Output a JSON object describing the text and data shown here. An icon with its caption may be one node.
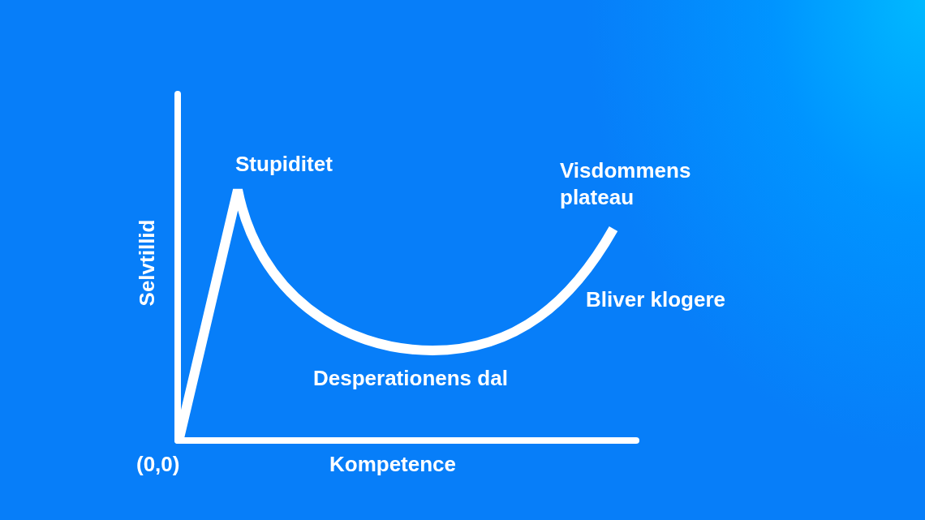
{
  "diagram": {
    "labels": [
      "Stupiditet",
      "Visdommens plateau",
      "Bliver klogere",
      "Desperationens dal",
      "Selvtillid",
      "Kompetence",
      "(0,0)"
    ]
  }
}
